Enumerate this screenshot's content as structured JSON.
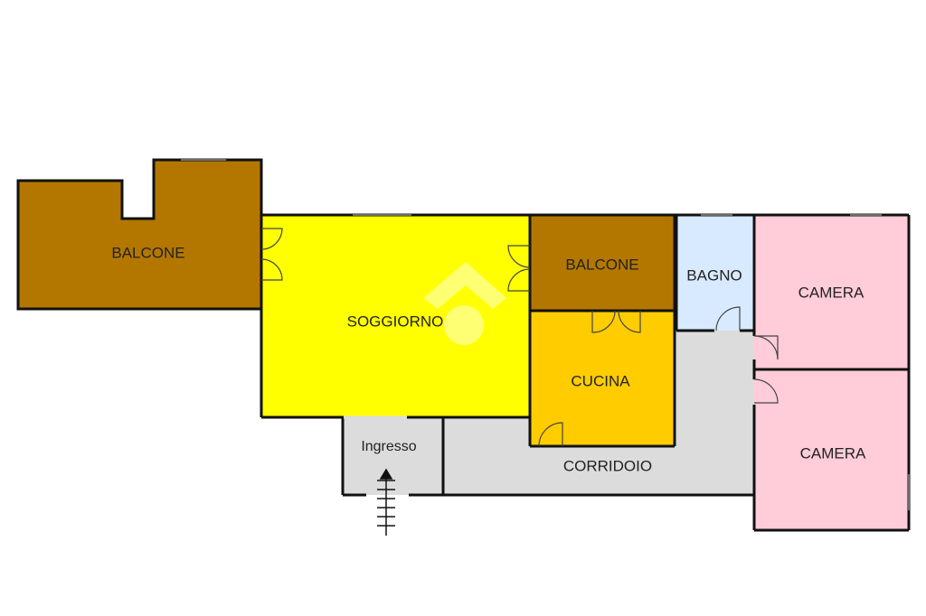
{
  "colors": {
    "balcone": "#b37700",
    "soggiorno": "#ffff00",
    "cucina": "#ffcc00",
    "bagno": "#d8eaff",
    "camera": "#ffccd9",
    "corridoio": "#dcdcdc",
    "ingresso": "#dcdcdc",
    "wall": "#111111",
    "watermark": "#ffffff"
  },
  "rooms": {
    "balcone_left": "BALCONE",
    "soggiorno": "SOGGIORNO",
    "balcone_center": "BALCONE",
    "bagno": "BAGNO",
    "camera_top": "CAMERA",
    "cucina": "CUCINA",
    "ingresso": "Ingresso",
    "corridoio": "CORRIDOIO",
    "camera_bottom": "CAMERA"
  },
  "icons": {
    "entrance": "entrance-arrow-icon",
    "watermark": "watermark-logo-icon"
  }
}
